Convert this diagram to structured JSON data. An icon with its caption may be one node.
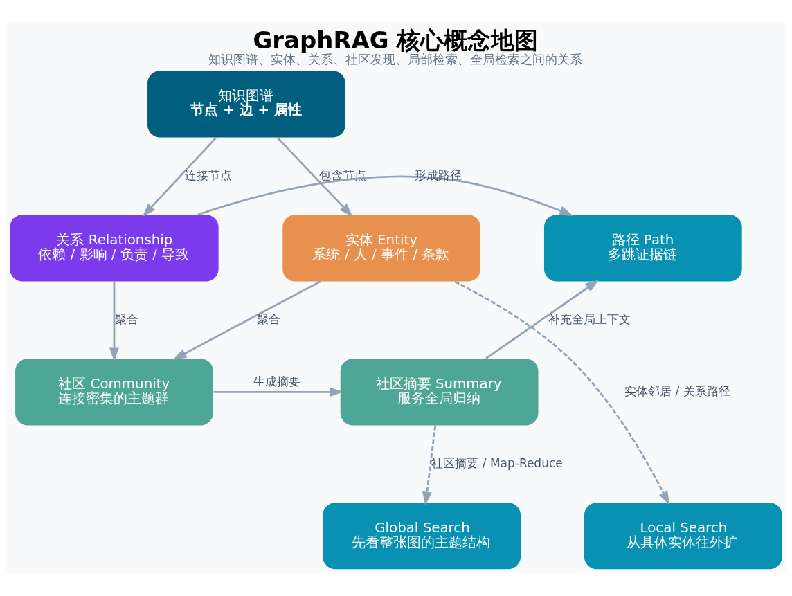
{
  "diagram": {
    "title": "GraphRAG 核心概念地图",
    "caption": "知识图谱、实体、关系、社区发现、局部检索、全局检索之间的关系",
    "nodes": [
      {
        "text": [
          "知识图谱",
          "节点 + 边 + 属性"
        ]
      },
      {
        "text": [
          "实体 Entity",
          "系统 / 人 / 事件 / 条款"
        ]
      },
      {
        "text": [
          "关系 Relationship",
          "依赖 / 影响 / 负责 / 导致"
        ]
      },
      {
        "text": [
          "路径 Path",
          "多跳证据链"
        ]
      },
      {
        "text": [
          "社区 Community",
          "连接密集的主题群"
        ]
      },
      {
        "text": [
          "社区摘要 Summary",
          "服务全局归纳"
        ]
      },
      {
        "text": [
          "Local Search",
          "从具体实体往外扩"
        ]
      },
      {
        "text": [
          "Global Search",
          "先看整张图的主题结构"
        ]
      }
    ],
    "edges": [
      {
        "from": 0,
        "to": 1,
        "arrow": "to",
        "label": "包含节点"
      },
      {
        "from": 0,
        "to": 2,
        "arrow": "to",
        "label": "连接节点"
      },
      {
        "from": 2,
        "to": 3,
        "arrow": "to",
        "label": "形成路径"
      },
      {
        "from": 1,
        "to": 4,
        "arrow": "to",
        "label": "聚合"
      },
      {
        "from": 2,
        "to": 4,
        "arrow": "to",
        "label": "聚合"
      },
      {
        "from": 4,
        "to": 5,
        "arrow": "to",
        "label": "生成摘要"
      },
      {
        "from": 5,
        "to": 3,
        "arrow": "to",
        "label": "补充全局上下文"
      },
      {
        "from": 1,
        "to": 6,
        "arrow": "to",
        "label": "实体邻居 / 关系路径",
        "style": "dashed"
      },
      {
        "from": 5,
        "to": 7,
        "arrow": "to",
        "label": "社区摘要 / Map-Reduce",
        "style": "dashed"
      }
    ]
  }
}
